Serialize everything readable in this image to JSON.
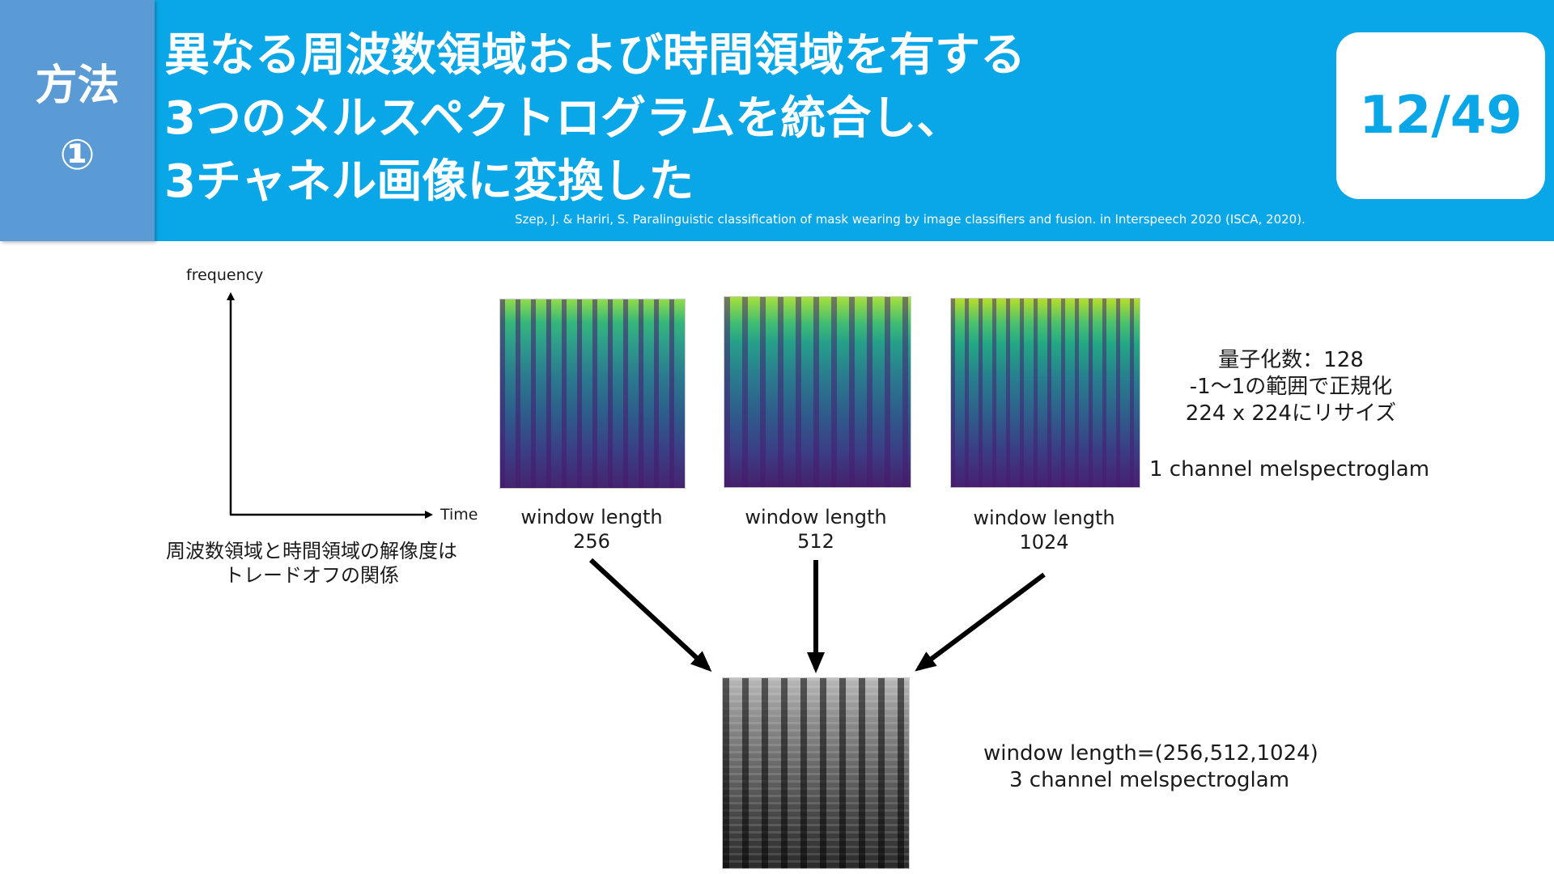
{
  "header": {
    "section_label": "方法",
    "section_number": "①",
    "title_lines": [
      "異なる周波数領域および時間領域を有する",
      "3つのメルスペクトログラムを統合し、",
      "3チャネル画像に変換した"
    ],
    "page_indicator": "12/49",
    "citation": "Szep, J. & Hariri, S. Paralinguistic classification of mask wearing by image classifiers and fusion. in Interspeech 2020 (ISCA, 2020)."
  },
  "axes_diagram": {
    "y_label": "frequency",
    "x_label": "Time",
    "note_lines": [
      "周波数領域と時間領域の解像度は",
      "トレードオフの関係"
    ]
  },
  "spectrograms": [
    {
      "caption_line1": "window length",
      "caption_line2": "256"
    },
    {
      "caption_line1": "window length",
      "caption_line2": "512"
    },
    {
      "caption_line1": "window length",
      "caption_line2": "1024"
    }
  ],
  "preprocessing": {
    "lines": [
      "量子化数：128",
      "-1〜1の範囲で正規化",
      "224 x 224にリサイズ"
    ],
    "channel_label": "1 channel melspectroglam"
  },
  "result": {
    "line1": "window length=(256,512,1024)",
    "line2": "3 channel melspectroglam"
  },
  "colors": {
    "header_bg": "#0aa7e8",
    "section_tag_bg": "#5b9bd5",
    "page_number_text": "#0aa7e8"
  }
}
